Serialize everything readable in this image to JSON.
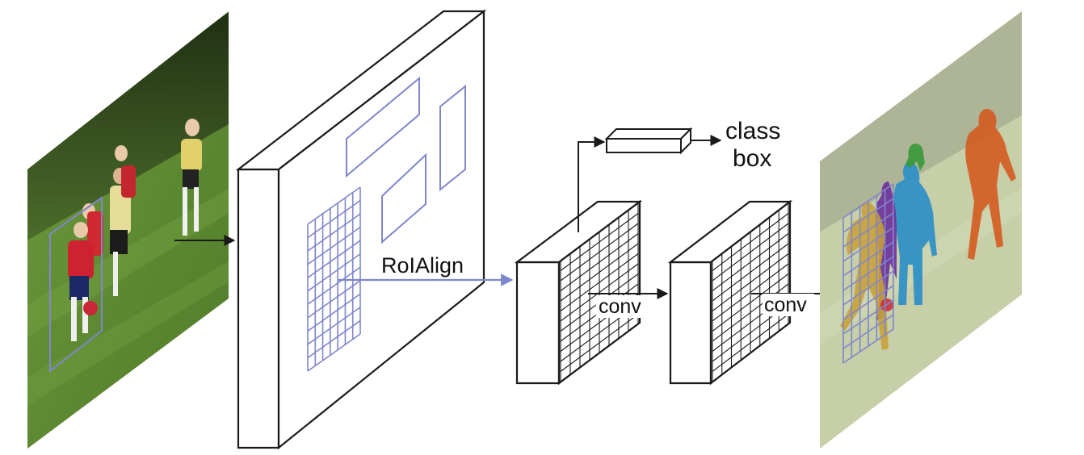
{
  "diagram": {
    "labels": {
      "roialign": "RoIAlign",
      "class": "class",
      "box": "box",
      "conv1": "conv",
      "conv2": "conv"
    },
    "input_image": {
      "content": "photo of children playing soccer on a grass field",
      "icon": "photo-image"
    },
    "output_image": {
      "content": "faded soccer photo with colored instance segmentation masks",
      "icon": "segmentation-image"
    },
    "colors": {
      "stroke": "#1a1a1a",
      "roi": "#7f86cc",
      "grass": "#5f8a32",
      "mask_blue": "#2d8fc8",
      "mask_purple": "#6b2f9a",
      "mask_orange": "#d45a1f",
      "mask_gold": "#c8a13a",
      "mask_green": "#3a9a3a"
    }
  }
}
